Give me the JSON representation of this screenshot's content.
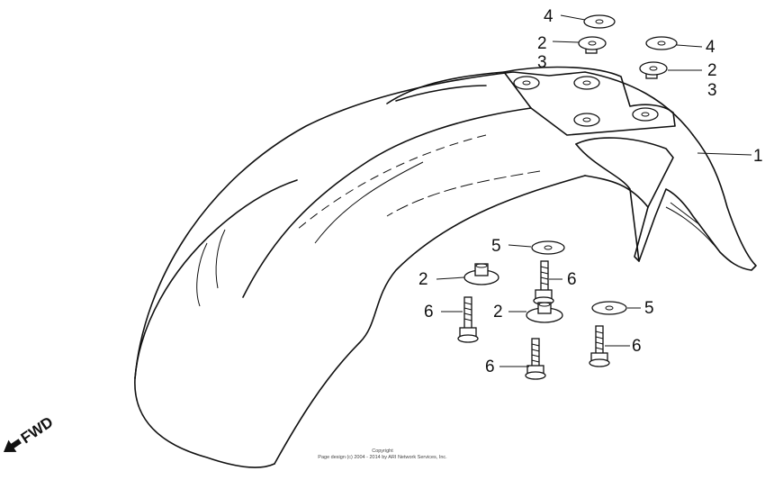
{
  "callouts": [
    {
      "id": "c4a",
      "text": "4"
    },
    {
      "id": "c2a",
      "text": "2"
    },
    {
      "id": "c3a",
      "text": "3"
    },
    {
      "id": "c4b",
      "text": "4"
    },
    {
      "id": "c2b",
      "text": "2"
    },
    {
      "id": "c3b",
      "text": "3"
    },
    {
      "id": "c1",
      "text": "1"
    },
    {
      "id": "c5a",
      "text": "5"
    },
    {
      "id": "c2c",
      "text": "2"
    },
    {
      "id": "c6a",
      "text": "6"
    },
    {
      "id": "c6b",
      "text": "6"
    },
    {
      "id": "c2d",
      "text": "2"
    },
    {
      "id": "c5b",
      "text": "5"
    },
    {
      "id": "c6c",
      "text": "6"
    },
    {
      "id": "c6d",
      "text": "6"
    }
  ],
  "direction_label": "FWD",
  "copyright": {
    "line1": "Copyright",
    "line2": "Page design (c) 2004 - 2014 by ARI Network Services, Inc."
  }
}
